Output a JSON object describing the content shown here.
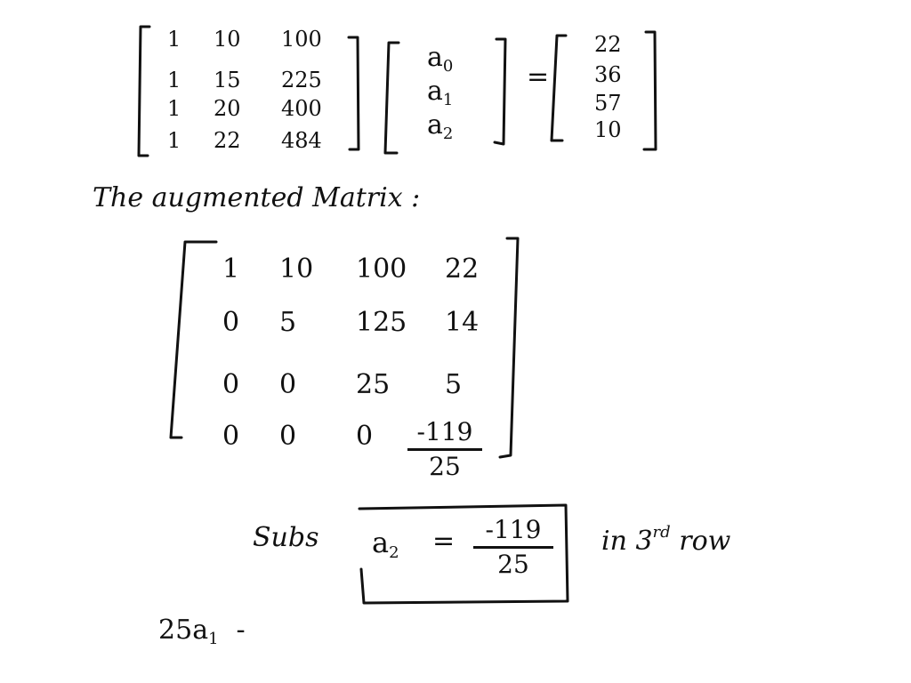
{
  "system": {
    "coef_rows": [
      [
        "1",
        "10",
        "100"
      ],
      [
        "1",
        "15",
        "225"
      ],
      [
        "1",
        "20",
        "400"
      ],
      [
        "1",
        "22",
        "484"
      ]
    ],
    "unknowns": [
      {
        "base": "a",
        "sub": "0"
      },
      {
        "base": "a",
        "sub": "1"
      },
      {
        "base": "a",
        "sub": "2"
      }
    ],
    "equals": "=",
    "rhs": [
      "22",
      "36",
      "57",
      "10"
    ]
  },
  "heading": "The augmented Matrix :",
  "augmented": {
    "rows": [
      [
        "1",
        "10",
        "100",
        "22"
      ],
      [
        "0",
        "5",
        "125",
        "14"
      ],
      [
        "0",
        "0",
        "25",
        "5"
      ],
      [
        "0",
        "0",
        "0",
        ""
      ]
    ],
    "last_entry": {
      "numerator": "-119",
      "denominator": "25"
    }
  },
  "substitution": {
    "prefix": "Subs",
    "lhs_base": "a",
    "lhs_sub": "2",
    "equals": "=",
    "numerator": "-119",
    "denominator": "25",
    "suffix_pre": "in 3",
    "suffix_sup": "rd",
    "suffix_post": " row"
  },
  "last_line": {
    "coef": "25",
    "base": "a",
    "sub": "1",
    "op": "-"
  }
}
